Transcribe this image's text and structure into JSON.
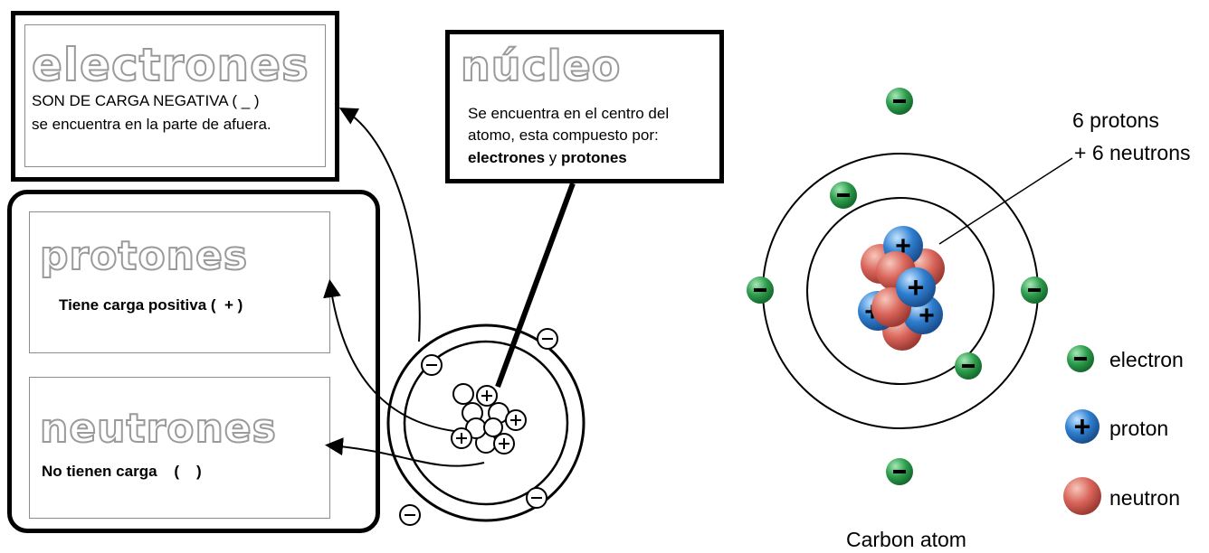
{
  "electrones": {
    "title": "electrones",
    "line1": "SON DE CARGA NEGATIVA ( _ )",
    "line2": "se encuentra en la parte de afuera."
  },
  "protones": {
    "title": "protones",
    "text": "Tiene carga positiva (  + )"
  },
  "neutrones": {
    "title": "neutrones",
    "text": "No tienen carga    (    )"
  },
  "nucleo": {
    "title": "núcleo",
    "line1": "Se encuentra en el centro del",
    "line2": "atomo, esta compuesto por:",
    "bold1": "electrones",
    "conj": " y ",
    "bold2": "protones"
  },
  "carbon": {
    "callout_line1": "6 protons",
    "callout_line2": "+ 6 neutrons",
    "caption": "Carbon atom",
    "legend": [
      {
        "label": "electron",
        "icon": "electron-icon"
      },
      {
        "label": "proton",
        "icon": "proton-icon"
      },
      {
        "label": "neutron",
        "icon": "neutron-icon"
      }
    ]
  },
  "colors": {
    "electron": "#2e9e4e",
    "proton": "#2f7fd0",
    "neutron": "#d9645a"
  }
}
